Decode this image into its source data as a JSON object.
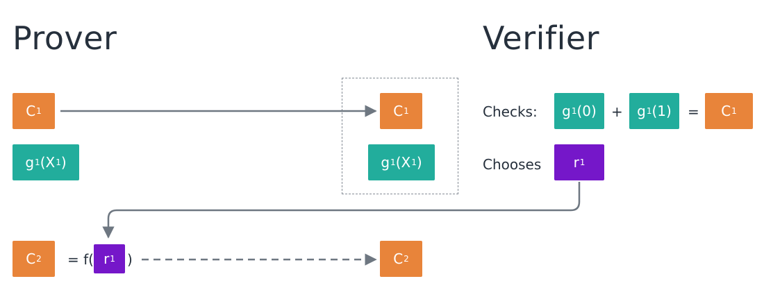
{
  "prover": {
    "heading": "Prover"
  },
  "verifier": {
    "heading": "Verifier",
    "checks_label": "Checks:",
    "chooses_label": "Chooses",
    "plus": "+",
    "equals": "="
  },
  "boxes": {
    "c1_prover": {
      "main": "C",
      "sub": "1"
    },
    "g1_prover": {
      "main": "g",
      "sub": "1",
      "rest": "(X",
      "sub2": "1",
      "close": ")"
    },
    "c1_transfer": {
      "main": "C",
      "sub": "1"
    },
    "g1_transfer": {
      "main": "g",
      "sub": "1",
      "rest": "(X",
      "sub2": "1",
      "close": ")"
    },
    "g1_zero": {
      "main": "g",
      "sub": "1",
      "rest": "(0)"
    },
    "g1_one": {
      "main": "g",
      "sub": "1",
      "rest": "(1)"
    },
    "c1_verifier": {
      "main": "C",
      "sub": "1"
    },
    "r1_verifier": {
      "main": "r",
      "sub": "1"
    },
    "c2_prover": {
      "main": "C",
      "sub": "2"
    },
    "r1_prover": {
      "main": "r",
      "sub": "1"
    },
    "c2_transfer": {
      "main": "C",
      "sub": "2"
    }
  },
  "formula": {
    "prefix": "= f(",
    "suffix": ")"
  },
  "colors": {
    "orange": "#e8843a",
    "teal": "#22ad9c",
    "purple": "#7517c9",
    "arrow": "#6e7781",
    "text": "#26303c"
  }
}
